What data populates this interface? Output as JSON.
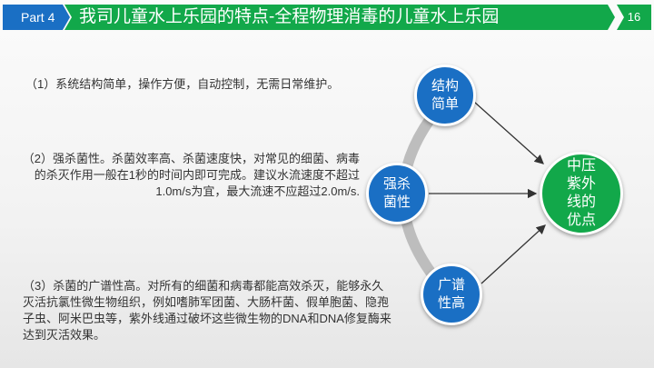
{
  "header": {
    "part": "Part 4",
    "title": "我司儿童水上乐园的特点-全程物理消毒的儿童水上乐园",
    "page": "16"
  },
  "points": [
    "（1）系统结构简单，操作方便，自动控制，无需日常维护。",
    "（2）强杀菌性。杀菌效率高、杀菌速度快，对常见的细菌、病毒的杀灭作用一般在1秒的时间内即可完成。建议水流速度不超过1.0m/s为宜，最大流速不应超过2.0m/s.",
    "（3）杀菌的广谱性高。对所有的细菌和病毒都能高效杀灭，能够永久灭活抗氯性微生物组织，例如嗜肺军团菌、大肠杆菌、假单胞菌、隐孢子虫、阿米巴虫等，紫外线通过破坏这些微生物的DNA和DNA修复酶来达到灭活效果。"
  ],
  "diagram": {
    "c1": "结构\n简单",
    "c2": "强杀\n菌性",
    "c3": "广谱\n性高",
    "center": "中压\n紫外\n线的\n优点"
  },
  "colors": {
    "blue": "#1a6fc4",
    "green": "#12a84a"
  }
}
